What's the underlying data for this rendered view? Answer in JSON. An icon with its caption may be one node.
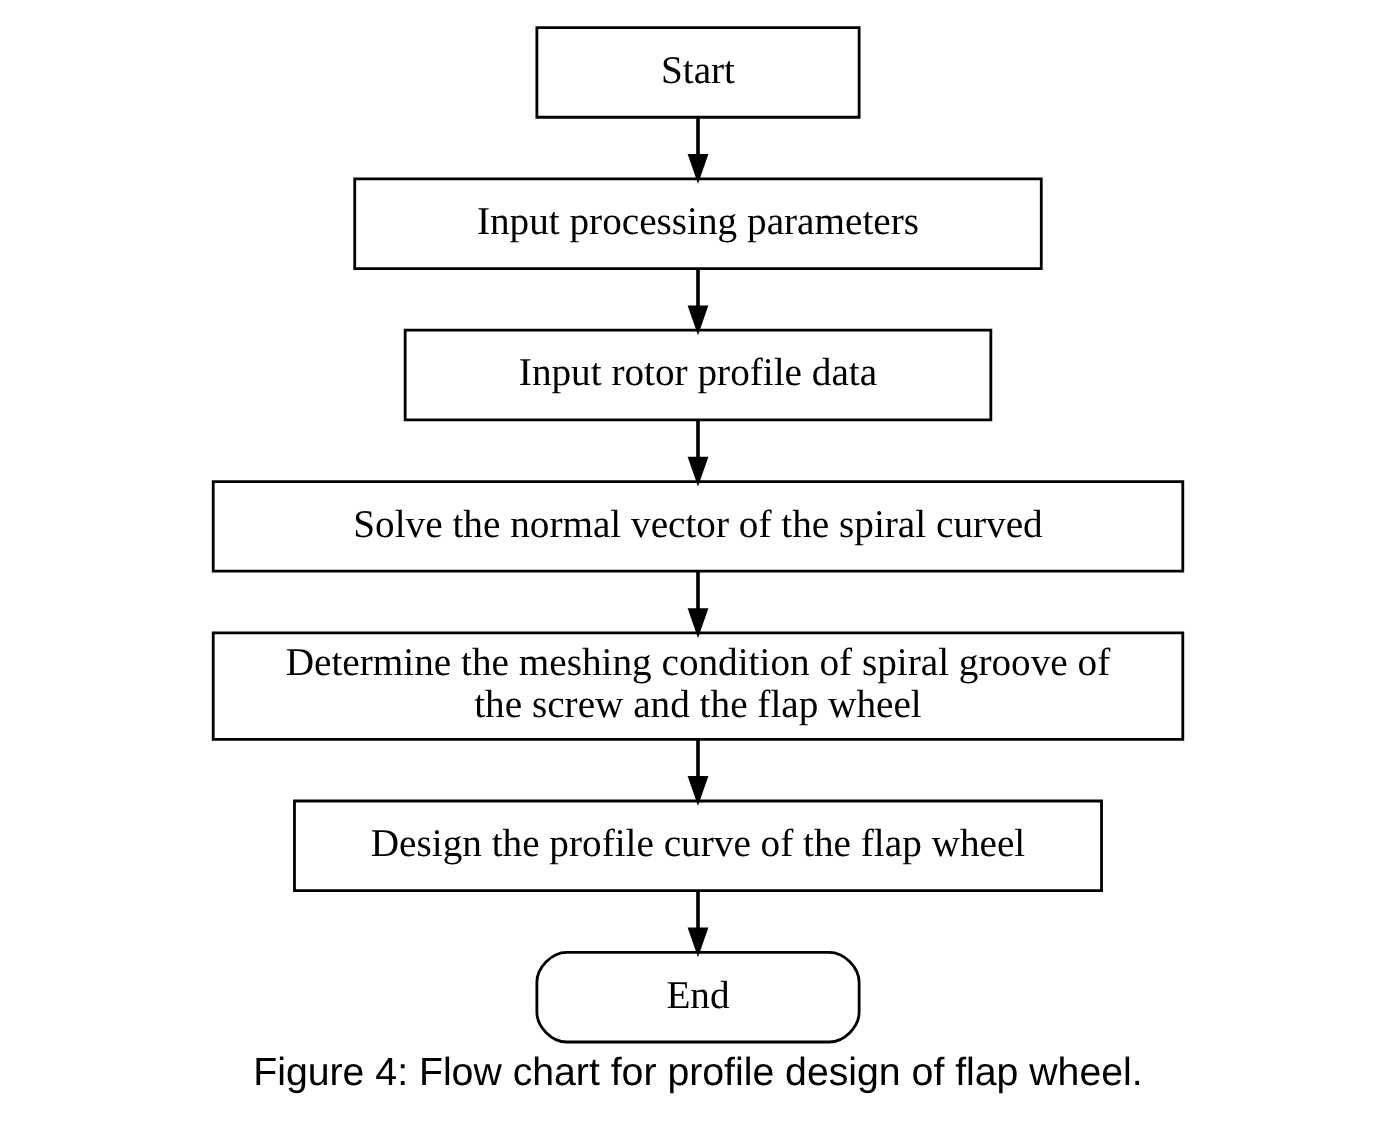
{
  "diagram": {
    "caption": "Figure 4: Flow chart for profile design of flap wheel.",
    "nodes": [
      {
        "text": [
          "Start"
        ]
      },
      {
        "text": [
          "Input processing parameters"
        ]
      },
      {
        "text": [
          "Input rotor profile data"
        ]
      },
      {
        "text": [
          "Solve the normal vector of the spiral curved"
        ]
      },
      {
        "text": [
          "Determine the meshing condition of spiral groove of the screw and the flap wheel"
        ]
      },
      {
        "text": [
          "Design the profile curve of the flap wheel"
        ]
      },
      {
        "text": [
          "End"
        ]
      }
    ],
    "edges": [
      {
        "from": 0,
        "to": 1,
        "arrow": "to"
      },
      {
        "from": 1,
        "to": 2,
        "arrow": "to"
      },
      {
        "from": 2,
        "to": 3,
        "arrow": "to"
      },
      {
        "from": 3,
        "to": 4,
        "arrow": "to"
      },
      {
        "from": 4,
        "to": 5,
        "arrow": "to"
      },
      {
        "from": 5,
        "to": 6,
        "arrow": "to"
      }
    ]
  }
}
